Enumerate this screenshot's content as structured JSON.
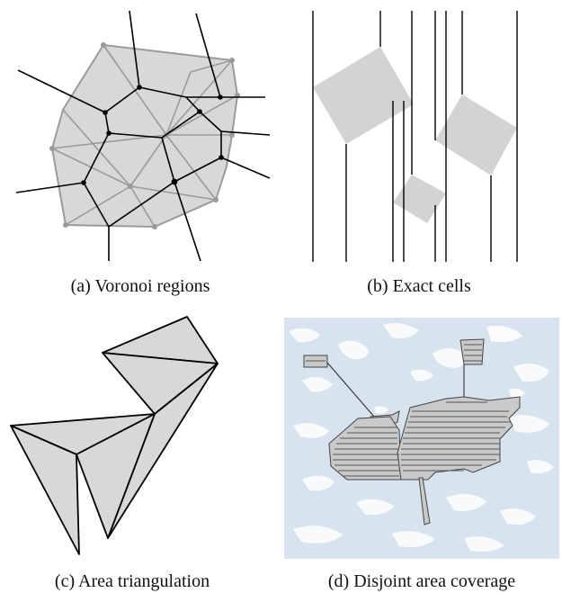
{
  "captions": {
    "a": "(a) Voronoi regions",
    "b": "(b) Exact cells",
    "c": "(c) Area triangulation",
    "d": "(d) Disjoint area coverage"
  },
  "colors": {
    "region_fill": "#d8d8d8",
    "triangulation_edge": "#9a9a9a",
    "voronoi_edge": "#000000",
    "cell_fill": "#d3d3d3",
    "map_water": "#d7e3ee",
    "map_land": "#ffffff",
    "coverage_fill": "#c9c9c9"
  }
}
